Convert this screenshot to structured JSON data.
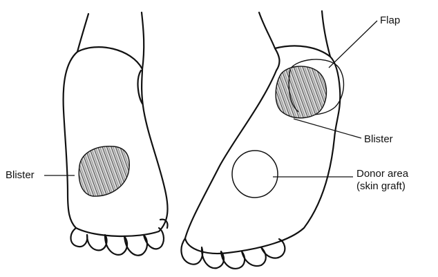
{
  "labels": {
    "flap": "Flap",
    "blister_right": "Blister",
    "blister_left": "Blister",
    "donor_line1": "Donor area",
    "donor_line2": "(skin graft)"
  },
  "colors": {
    "ink": "#111111",
    "background": "#ffffff"
  }
}
